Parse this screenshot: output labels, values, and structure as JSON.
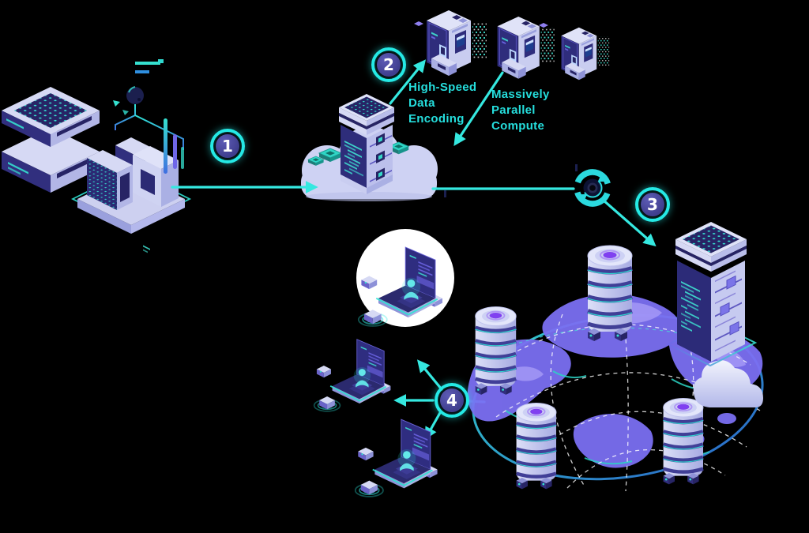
{
  "diagram": {
    "kind": "isometric-data-pipeline-diagram",
    "background": "#000000"
  },
  "steps": [
    {
      "label": "1"
    },
    {
      "label": "2"
    },
    {
      "label": "3"
    },
    {
      "label": "4"
    }
  ],
  "annotations": {
    "high_speed_line1": "High-Speed",
    "high_speed_line2": "Data",
    "high_speed_line3": "Encoding",
    "parallel_line1": "Massively",
    "parallel_line2": "Parallel",
    "parallel_line3": "Compute"
  },
  "icons": [
    "source-server-stack-icon",
    "server-rack-cluster-icon",
    "circuit-flag-icon",
    "cloud-server-icon",
    "encoder-node-icon",
    "parallel-compute-node-icon",
    "sync-icon",
    "datacenter-server-icon",
    "global-network-globe-icon",
    "disk-server-tower-icon",
    "cloud-3d-icon",
    "user-laptop-icon",
    "highlight-circle"
  ],
  "colors": {
    "accent_cyan": "#2fe8e0",
    "label_cyan": "#25dedd",
    "badge_ring": "#25e9e5",
    "badge_fill": "#44438f",
    "indigo_dark": "#2f2d7c",
    "lavender_light": "#ced2f3",
    "globe_purple": "#7b6ff2",
    "teal_chip": "#2fd6c6",
    "ring_blue": "#2f6fe0"
  }
}
